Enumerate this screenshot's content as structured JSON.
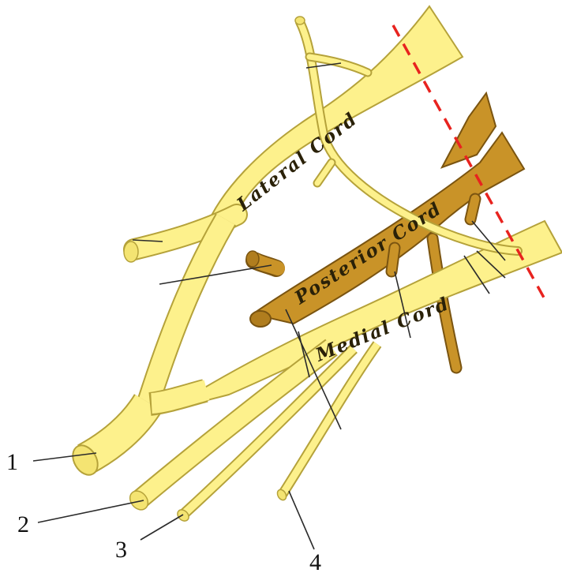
{
  "diagram": {
    "cord_labels": {
      "lateral": "Lateral Cord",
      "posterior": "Posterior Cord",
      "medial": "Medial Cord"
    },
    "callout_numbers": [
      "1",
      "2",
      "3",
      "4"
    ],
    "colors": {
      "lateral_medial_fill": "#fdf18c",
      "lateral_medial_edge": "#b5a23a",
      "posterior_fill": "#c99328",
      "posterior_edge": "#7a5410",
      "cut_line": "#e8231f",
      "leader_line": "#2b2b2b"
    }
  }
}
